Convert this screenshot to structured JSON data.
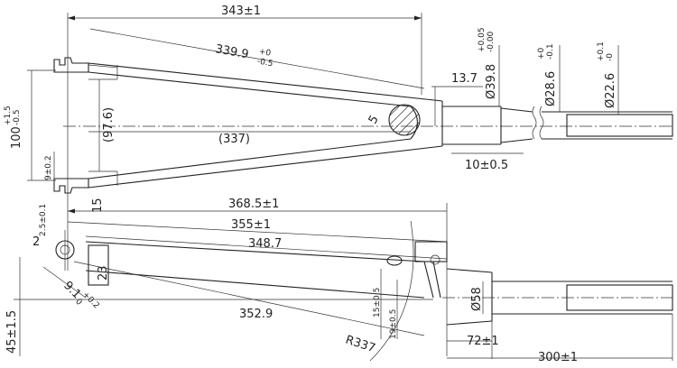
{
  "top_view": {
    "overall": "343±1",
    "blade": "339.9",
    "blade_tol_plus": "+0",
    "blade_tol_minus": "-0.5",
    "steerer_step": "13.7",
    "crown_dia": "Ø39.8",
    "crown_tol_plus": "+0.05",
    "crown_tol_minus": "-0.00",
    "dia_286": "Ø28.6",
    "dia_286_tol_plus": "+0",
    "dia_286_tol_minus": "-0.1",
    "dia_226": "Ø22.6",
    "dia_226_tol_plus": "+0.1",
    "dia_226_tol_minus": "-0",
    "inner_width": "(97.6)",
    "inner_length": "(337)",
    "radius_5": "5",
    "axle_width": "100",
    "axle_tol_plus": "+1.5",
    "axle_tol_minus": "-0.5",
    "dropout": "9±0.2",
    "crown_offset": "10±0.5"
  },
  "side_view": {
    "overall": "368.5±1",
    "to_crown": "355±1",
    "inner": "348.7",
    "blade": "352.9",
    "radius": "R337",
    "steerer_len": "300±1",
    "race_len": "72±1",
    "dia_58": "Ø58",
    "dim_15": "15±0.5",
    "dim_19": "19±0.5",
    "dim_23": "23",
    "rake": "45±1.5",
    "dropout_thk": "2.5±0.1",
    "dropout_r": "2",
    "slot": "9.1",
    "slot_tol_plus": "+0.2",
    "slot_tol_minus": "0",
    "label_15": "15"
  }
}
